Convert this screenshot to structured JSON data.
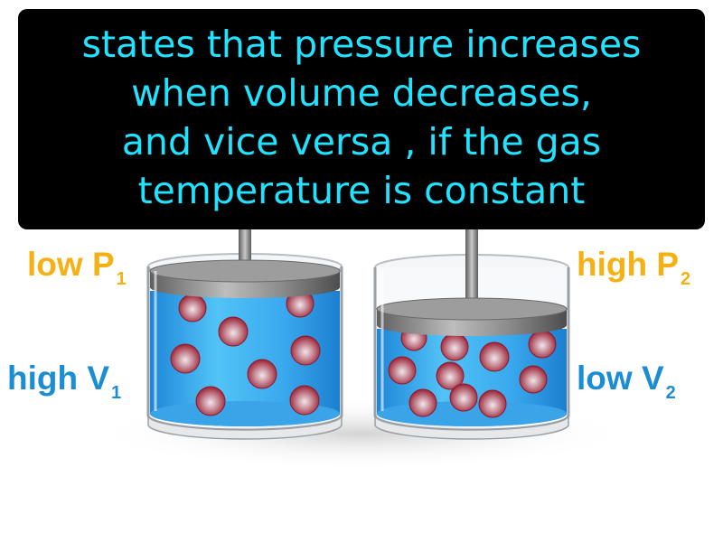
{
  "definition": {
    "lines": [
      "states that pressure increases",
      "when volume decreases,",
      "and vice versa , if the gas",
      "temperature is constant"
    ]
  },
  "left_cylinder": {
    "pressure_label": "low P",
    "pressure_subscript": "1",
    "volume_label": "high V",
    "volume_subscript": "1"
  },
  "right_cylinder": {
    "pressure_label": "high P",
    "pressure_subscript": "2",
    "volume_label": "low V",
    "volume_subscript": "2"
  },
  "colors": {
    "caption_background": "#000000",
    "caption_text": "#21e3ff",
    "pressure_label": "#f5b114",
    "volume_label": "#1b8ed3",
    "gas": "#3ab4f2",
    "particle": "#a8303f"
  }
}
